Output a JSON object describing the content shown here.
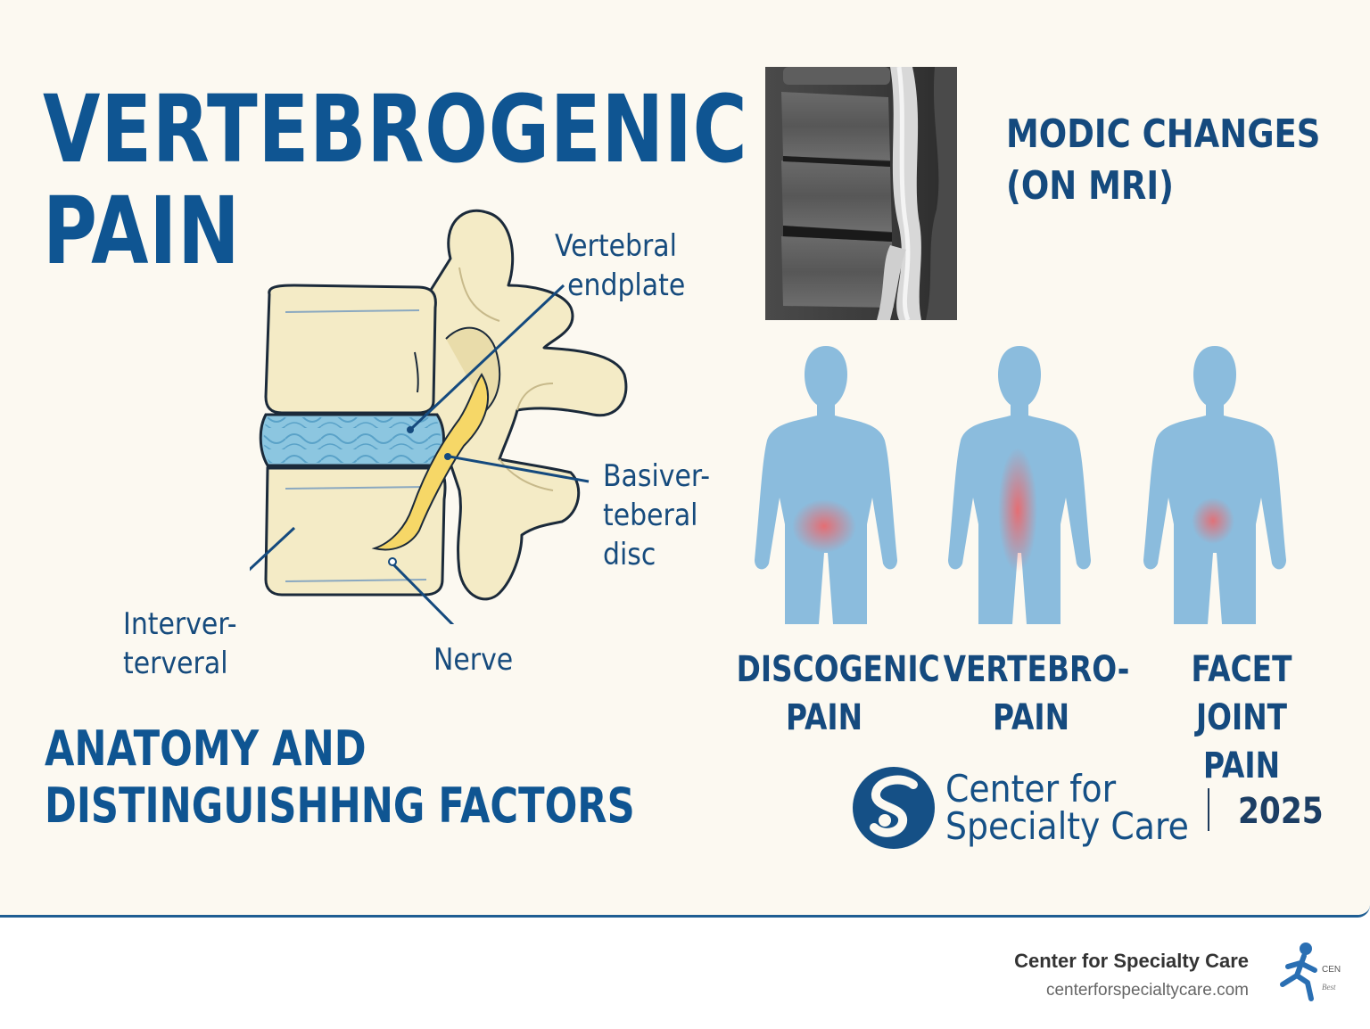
{
  "title_line1": "VERTEBROGENIC",
  "title_line2": "PAIN",
  "subtitle_line1": "ANATOMY AND",
  "subtitle_line2": "DISTINGUISHHNG FACTORS",
  "anatomy_labels": {
    "endplate_1": "Vertebral",
    "endplate_2": "endplate",
    "basi_1": "Basiver-",
    "basi_2": "teberal",
    "basi_3": "disc",
    "inter_1": "Interver-",
    "inter_2": "terveral",
    "nerve": "Nerve"
  },
  "modic_line1": "MODIC CHANGES",
  "modic_line2": "(ON MRI)",
  "pain_types": [
    {
      "line1": "DISCOGENIC",
      "line2": "PAIN"
    },
    {
      "line1": "VERTEBRO-",
      "line2": "PAIN"
    },
    {
      "line1": "FACET JOINT",
      "line2": "PAIN"
    }
  ],
  "brand": {
    "line1": "Center for",
    "line2": "Specialty Care",
    "year": "2025"
  },
  "footer": {
    "name": "Center for Specialty Care",
    "url": "centerforspecialtycare.com",
    "logo_text_1": "CEN",
    "logo_text_2": "Best"
  },
  "colors": {
    "accent": "#0f5592",
    "body_figure": "#8bbcdd",
    "pain_spot": "#e96a6e",
    "bone": "#f4ebc6",
    "disc": "#8cc6e0",
    "nerve": "#f6d767",
    "background": "#fcf9f1"
  },
  "icons": [
    "spine-illustration",
    "mri-image",
    "human-silhouette-icon",
    "brand-logo-icon",
    "runner-logo-icon"
  ]
}
